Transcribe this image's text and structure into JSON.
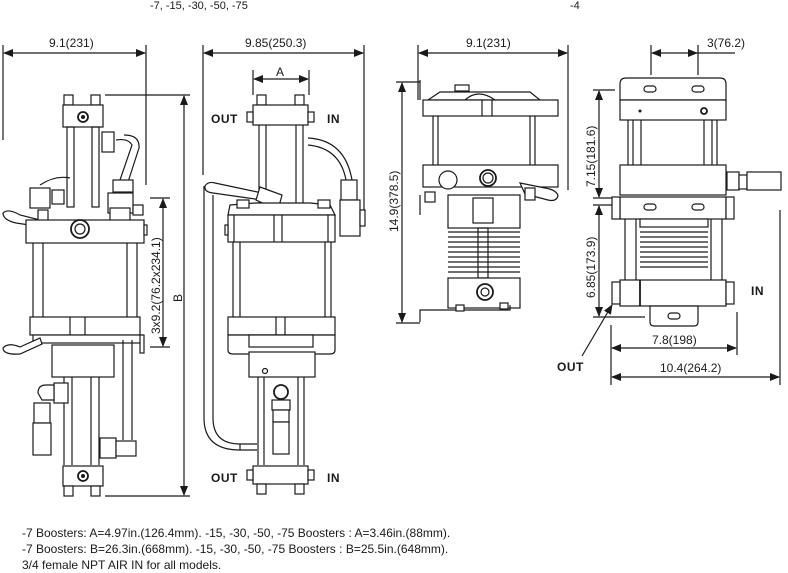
{
  "headers": {
    "left_models": "-7, -15, -30, -50, -75",
    "right_model": "-4"
  },
  "views": {
    "view1": {
      "width_dim": "9.1(231)",
      "cylinder_dim": "3x9.2(76.2x234.1)",
      "height_dim": "B"
    },
    "view2": {
      "width_dim": "9.85(250.3)",
      "a_dim": "A",
      "port_out_top": "OUT",
      "port_in_top": "IN",
      "port_out_bottom": "OUT",
      "port_in_bottom": "IN"
    },
    "view3": {
      "width_dim": "9.1(231)",
      "height_dim": "14.9(378.5)"
    },
    "view4": {
      "top_dim": "3(76.2)",
      "upper_dim": "7.15(181.6)",
      "lower_dim": "6.85(173.9)",
      "base_dim": "7.8(198)",
      "overall_dim": "10.4(264.2)",
      "port_in": "IN",
      "port_out": "OUT"
    }
  },
  "notes": [
    "-7 Boosters: A=4.97in.(126.4mm). -15, -30, -50, -75 Boosters : A=3.46in.(88mm).",
    "-7 Boosters: B=26.3in.(668mm). -15, -30, -50, -75 Boosters : B=25.5in.(648mm).",
    "3/4 female NPT AIR IN for all models."
  ]
}
